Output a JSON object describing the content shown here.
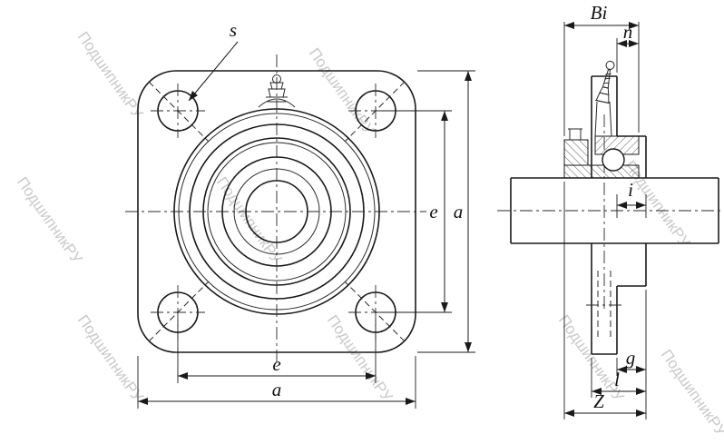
{
  "watermark": {
    "text": "ПодшипникРУ"
  },
  "front_view": {
    "labels": {
      "s": "s",
      "e_vertical": "e",
      "a_vertical": "a",
      "e_horizontal": "e",
      "a_horizontal": "a"
    }
  },
  "side_view": {
    "labels": {
      "Bi": "Bi",
      "n": "n",
      "i": "i",
      "g": "g",
      "l": "l",
      "Z": "Z"
    }
  },
  "colors": {
    "line": "#1a1a1a",
    "watermark": "#c0c0c0",
    "background": "#ffffff"
  }
}
